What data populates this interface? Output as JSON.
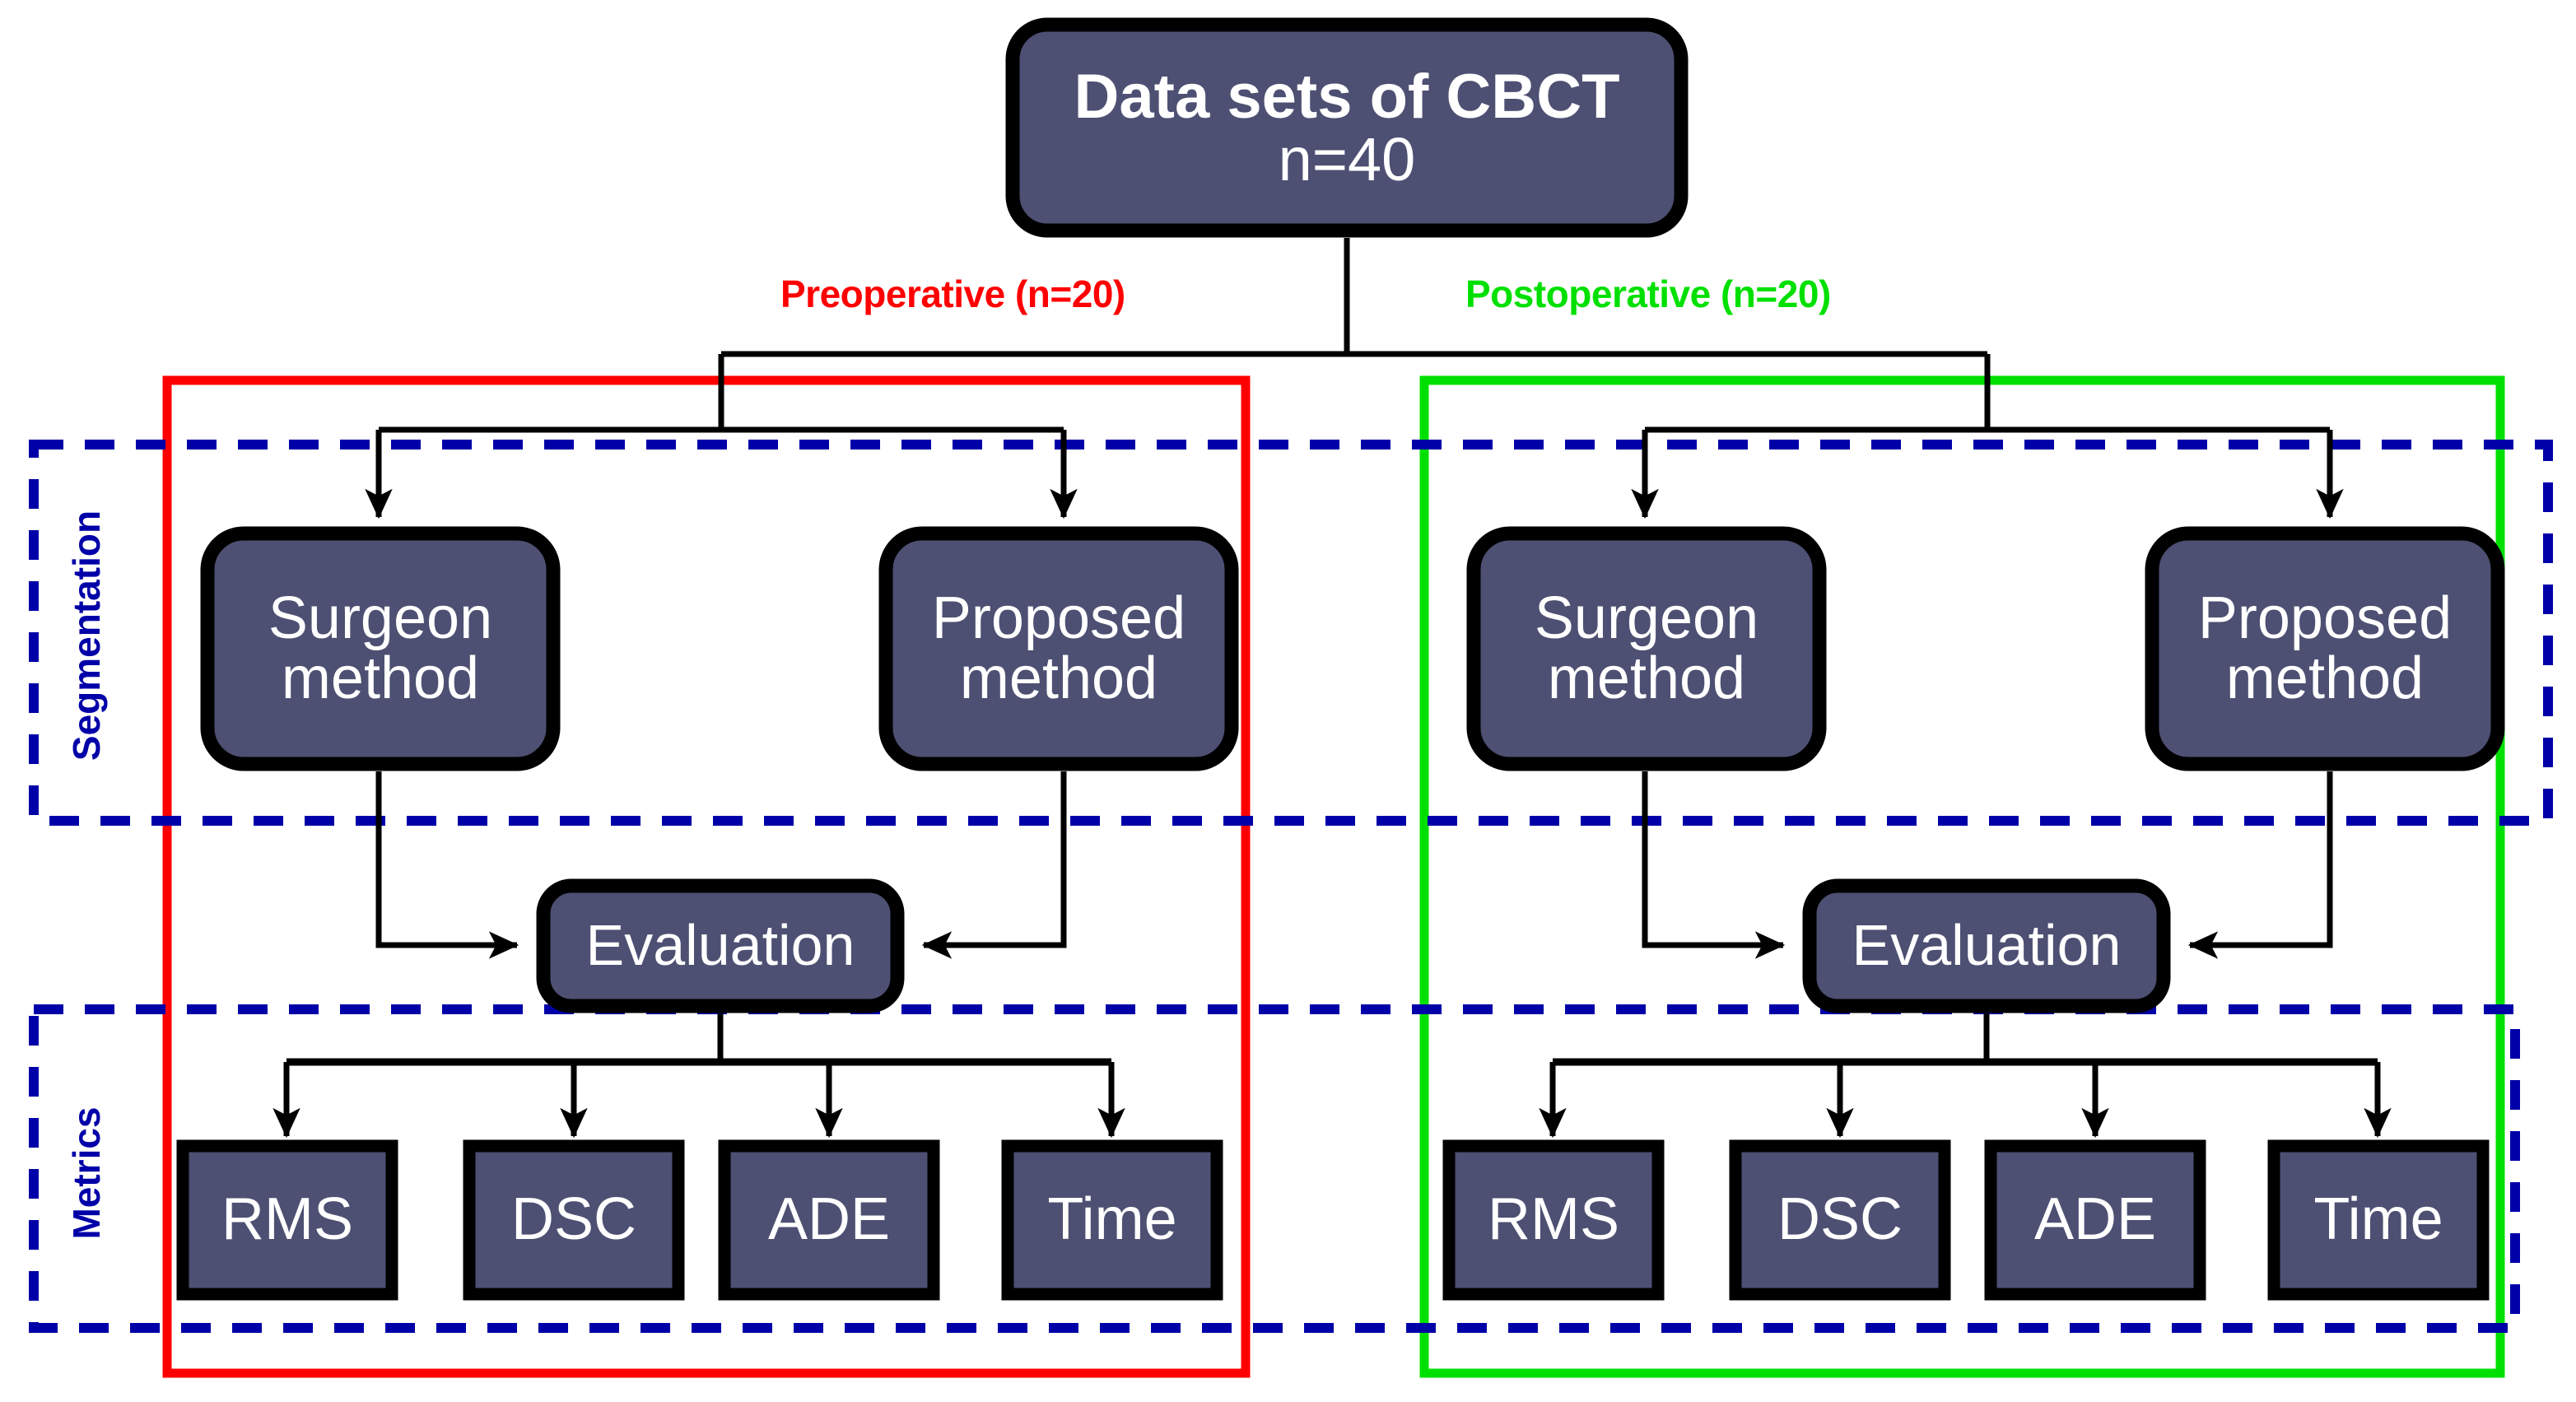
{
  "diagram": {
    "type": "flowchart",
    "title_node": {
      "name": "data-sets-of-cbct",
      "line1": "Data sets of CBCT",
      "line2": "n=40"
    },
    "branch_labels": [
      {
        "name": "preoperative",
        "text": "Preoperative (n=20)",
        "color": "#ff0000"
      },
      {
        "name": "postoperative",
        "text": "Postoperative (n=20)",
        "color": "#00e000"
      }
    ],
    "phase_groups": [
      {
        "name": "segmentation",
        "label": "Segmentation",
        "border_color": "#0000a8",
        "style": "dashed"
      },
      {
        "name": "metrics",
        "label": "Metrics",
        "border_color": "#0000a8",
        "style": "dashed"
      }
    ],
    "panels": [
      {
        "name": "preoperative-panel",
        "border_color": "#ff0000"
      },
      {
        "name": "postoperative-panel",
        "border_color": "#00e000"
      }
    ],
    "branches": [
      {
        "name": "preoperative-branch",
        "methods": [
          {
            "name": "surgeon-method",
            "label": "Surgeon\nmethod"
          },
          {
            "name": "proposed-method",
            "label": "Proposed\nmethod"
          }
        ],
        "evaluation": {
          "name": "evaluation",
          "label": "Evaluation"
        },
        "metrics": [
          {
            "name": "metric-rms",
            "label": "RMS"
          },
          {
            "name": "metric-dsc",
            "label": "DSC"
          },
          {
            "name": "metric-ade",
            "label": "ADE"
          },
          {
            "name": "metric-time",
            "label": "Time"
          }
        ]
      },
      {
        "name": "postoperative-branch",
        "methods": [
          {
            "name": "surgeon-method",
            "label": "Surgeon\nmethod"
          },
          {
            "name": "proposed-method",
            "label": "Proposed\nmethod"
          }
        ],
        "evaluation": {
          "name": "evaluation",
          "label": "Evaluation"
        },
        "metrics": [
          {
            "name": "metric-rms",
            "label": "RMS"
          },
          {
            "name": "metric-dsc",
            "label": "DSC"
          },
          {
            "name": "metric-ade",
            "label": "ADE"
          },
          {
            "name": "metric-time",
            "label": "Time"
          }
        ]
      }
    ],
    "colors": {
      "node_fill": "#4d5072",
      "node_stroke": "#000000",
      "node_text": "#ffffff",
      "connector": "#000000",
      "background": "#ffffff"
    }
  }
}
